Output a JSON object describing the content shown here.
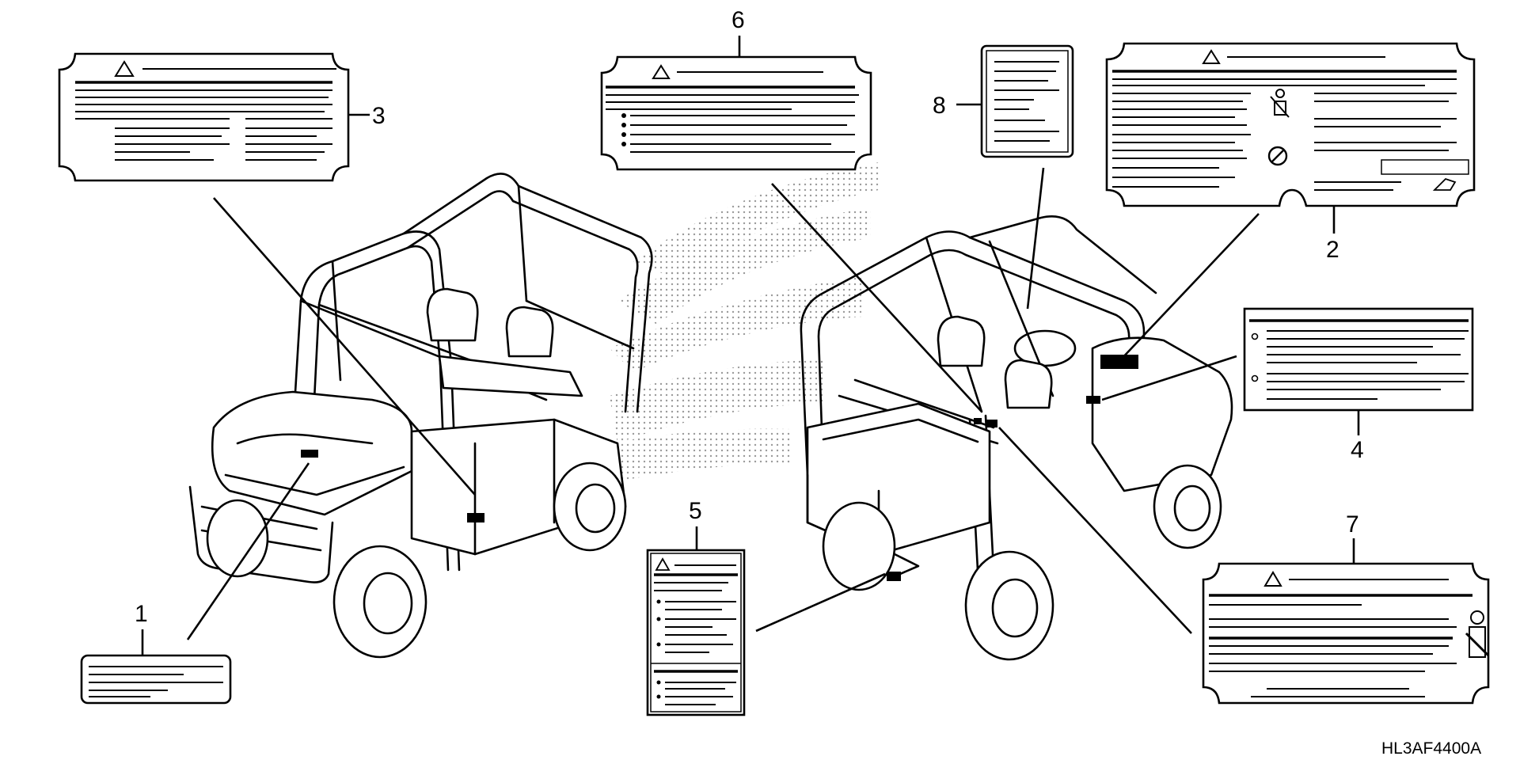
{
  "diagram": {
    "drawing_code": "HL3AF4400A",
    "callouts": [
      {
        "id": "1",
        "label": "1"
      },
      {
        "id": "2",
        "label": "2"
      },
      {
        "id": "3",
        "label": "3"
      },
      {
        "id": "4",
        "label": "4"
      },
      {
        "id": "5",
        "label": "5"
      },
      {
        "id": "6",
        "label": "6"
      },
      {
        "id": "7",
        "label": "7"
      },
      {
        "id": "8",
        "label": "8"
      }
    ],
    "icons": {
      "warning": "warning-triangle-icon",
      "passenger": "passenger-icon",
      "no_symbol": "prohibition-icon",
      "seatbelt": "seatbelt-icon",
      "helmet": "helmet-icon"
    },
    "colors": {
      "line": "#000000",
      "background": "#ffffff",
      "halftone": "#9a9a9a"
    }
  }
}
